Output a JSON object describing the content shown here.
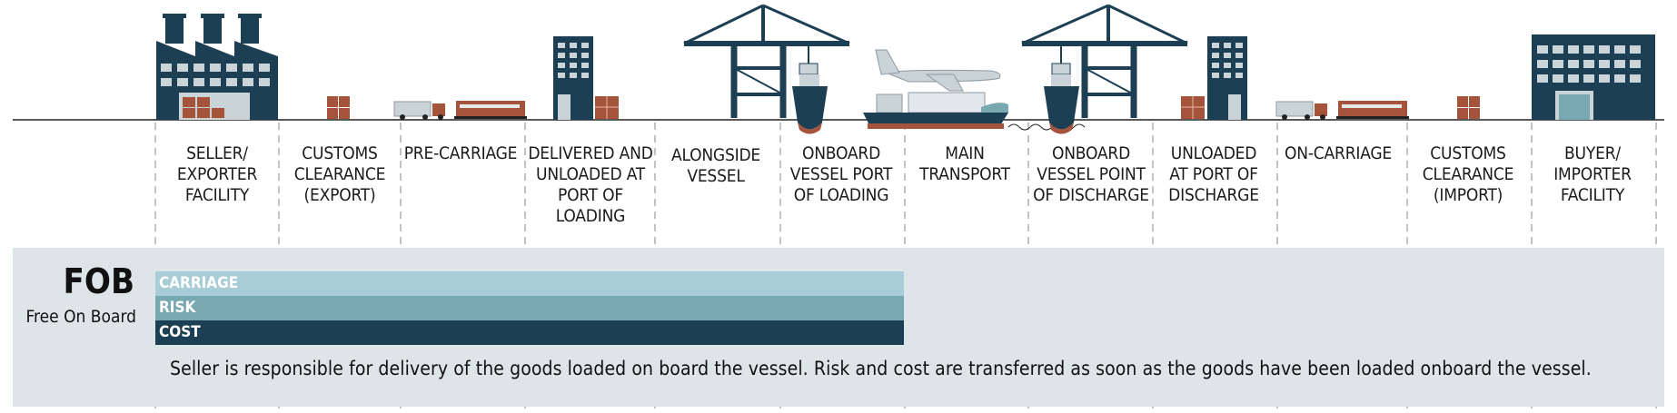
{
  "stages": [
    {
      "label": "SELLER/\nEXPORTER\nFACILITY"
    },
    {
      "label": "CUSTOMS\nCLEARANCE\n(EXPORT)"
    },
    {
      "label": "PRE-CARRIAGE"
    },
    {
      "label": "DELIVERED AND\nUNLOADED AT\nPORT OF\nLOADING"
    },
    {
      "label": "ALONGSIDE\nVESSEL"
    },
    {
      "label": "ONBOARD\nVESSEL PORT\nOF LOADING"
    },
    {
      "label": "MAIN\nTRANSPORT"
    },
    {
      "label": "ONBOARD\nVESSEL POINT\nOF DISCHARGE"
    },
    {
      "label": "UNLOADED\nAT PORT OF\nDISCHARGE"
    },
    {
      "label": "ON-CARRIAGE"
    },
    {
      "label": "CUSTOMS\nCLEARANCE\n(IMPORT)"
    },
    {
      "label": "BUYER/\nIMPORTER\nFACILITY"
    }
  ],
  "term": {
    "code": "FOB",
    "name": "Free On Board",
    "bars": {
      "carriage": "CARRIAGE",
      "risk": "RISK",
      "cost": "COST"
    },
    "description": "Seller is responsible for delivery of the goods loaded on board the vessel. Risk and cost are transferred as soon as the goods have been loaded onboard the vessel."
  },
  "colors": {
    "navy": "#1d3f53",
    "teal": "#78a8b1",
    "light_teal": "#a9cdd7",
    "panel": "#dde5e8",
    "rust": "#a5533a",
    "gray": "#c9d3d8"
  }
}
